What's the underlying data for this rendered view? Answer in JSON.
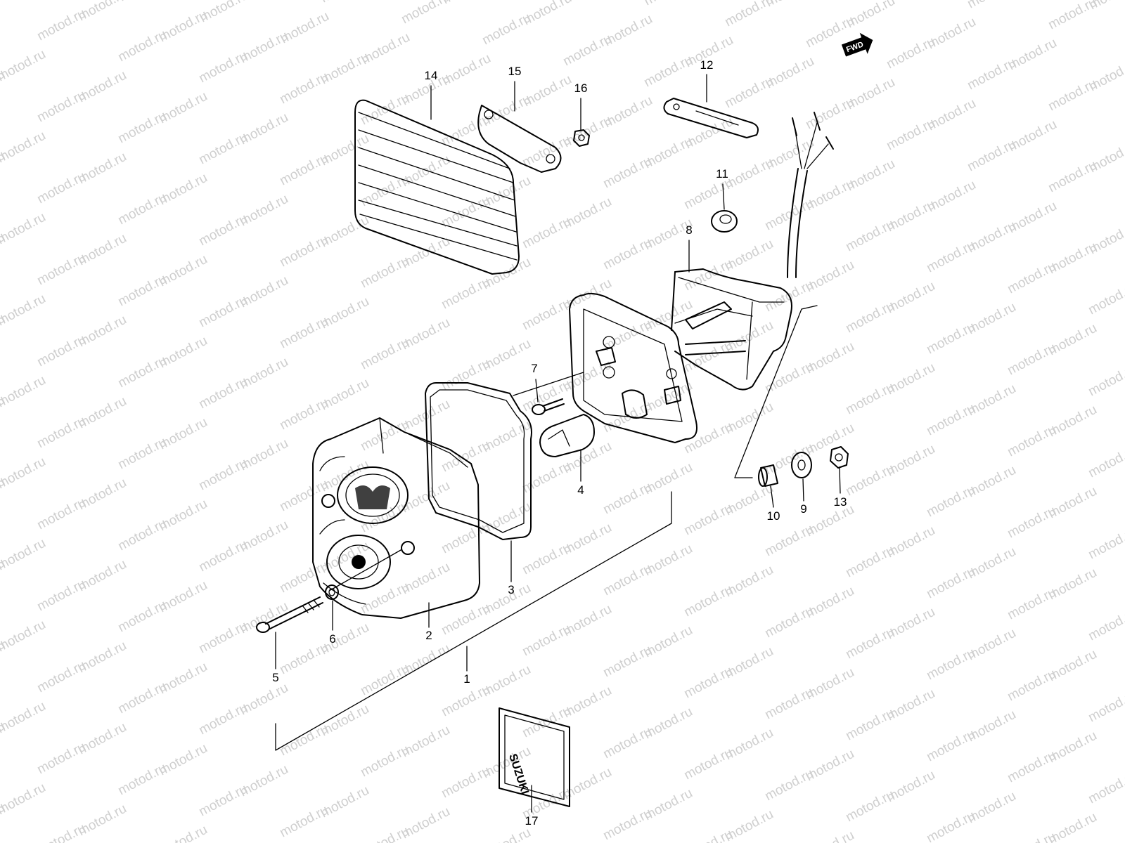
{
  "watermark": "motod.ru",
  "direction_badge": "FWD",
  "emblem_text": "SUZUKI",
  "callouts": [
    "1",
    "2",
    "3",
    "4",
    "5",
    "6",
    "7",
    "8",
    "9",
    "10",
    "11",
    "12",
    "13",
    "14",
    "15",
    "16",
    "17"
  ],
  "colors": {
    "line": "#000000",
    "background": "#ffffff",
    "watermark": "#cfcfcf"
  }
}
